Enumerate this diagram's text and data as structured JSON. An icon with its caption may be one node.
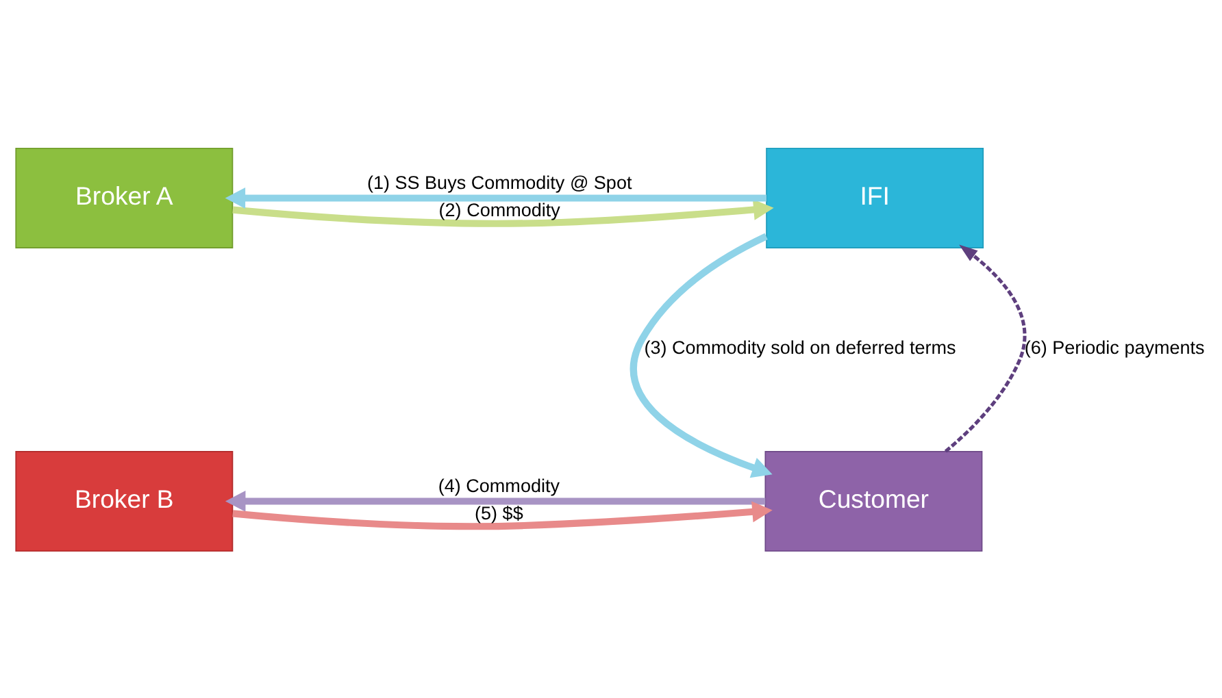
{
  "diagram": {
    "nodes": [
      {
        "text": [
          "Broker A"
        ]
      },
      {
        "text": [
          "IFI"
        ]
      },
      {
        "text": [
          "Customer"
        ]
      },
      {
        "text": [
          "Broker B"
        ]
      }
    ],
    "edges": [
      {
        "from": 1,
        "to": 0,
        "arrow": "to",
        "label": "(1) SS Buys Commodity @ Spot",
        "color": "#8fd3e8"
      },
      {
        "from": 0,
        "to": 1,
        "arrow": "to",
        "label": "(2) Commodity",
        "color": "#c9de8a"
      },
      {
        "from": 1,
        "to": 2,
        "arrow": "to",
        "label": "(3) Commodity sold on deferred terms",
        "color": "#8fd3e8"
      },
      {
        "from": 2,
        "to": 3,
        "arrow": "to",
        "label": "(4) Commodity",
        "color": "#a894c4"
      },
      {
        "from": 3,
        "to": 2,
        "arrow": "to",
        "label": "(5) $$",
        "color": "#e88a8a"
      },
      {
        "from": 2,
        "to": 1,
        "arrow": "to",
        "label": "(6) Periodic payments",
        "style": "dashed",
        "color": "#5e3f7e"
      }
    ]
  }
}
